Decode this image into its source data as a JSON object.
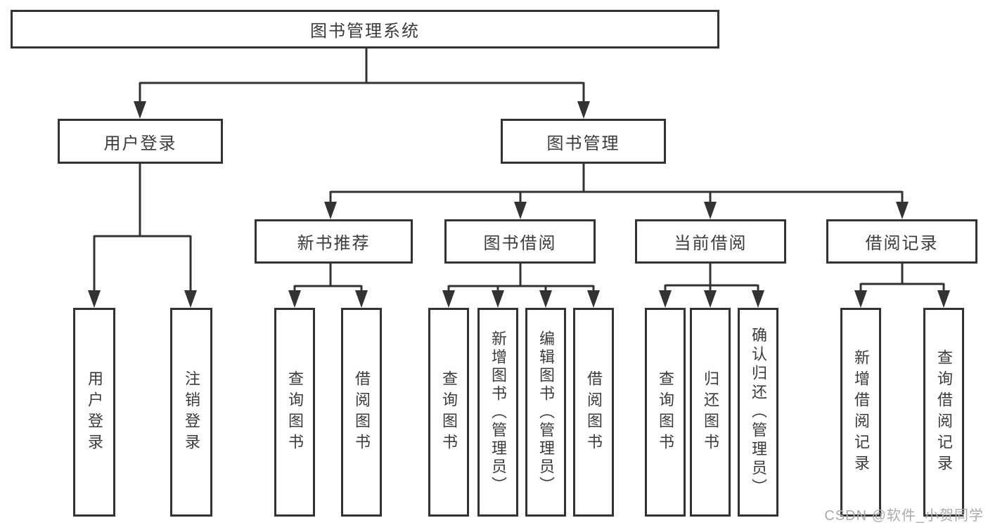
{
  "diagram_title": "图书管理系统",
  "tree": {
    "root": "图书管理系统",
    "level2": [
      {
        "label": "用户登录",
        "children": [
          {
            "label": "用户登录"
          },
          {
            "label": "注销登录"
          }
        ]
      },
      {
        "label": "图书管理",
        "children": [
          {
            "label": "新书推荐",
            "children": [
              {
                "label": "查询图书"
              },
              {
                "label": "借阅图书"
              }
            ]
          },
          {
            "label": "图书借阅",
            "children": [
              {
                "label": "查询图书"
              },
              {
                "label": "新增图书（管理员）"
              },
              {
                "label": "编辑图书（管理员）"
              },
              {
                "label": "借阅图书"
              }
            ]
          },
          {
            "label": "当前借阅",
            "children": [
              {
                "label": "查询图书"
              },
              {
                "label": "归还图书"
              },
              {
                "label": "确认归还（管理员）"
              }
            ]
          },
          {
            "label": "借阅记录",
            "children": [
              {
                "label": "新增借阅记录"
              },
              {
                "label": "查询借阅记录"
              }
            ]
          }
        ]
      }
    ]
  },
  "watermark": {
    "text": "CSDN @软件_小贺同学"
  },
  "colors": {
    "line": "#333333",
    "text": "#3b3b3b",
    "watermark": "#aaaaaa",
    "background": "#ffffff"
  }
}
